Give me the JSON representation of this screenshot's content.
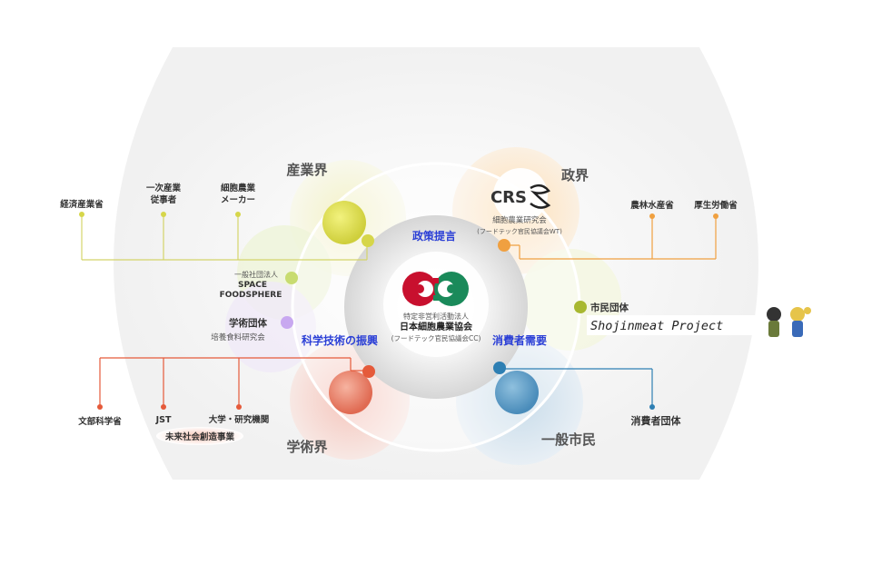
{
  "center": {
    "org_line1": "特定非営利活動法人",
    "org_line2": "日本細胞農業協会",
    "org_line3": "(フードテック官民協議会CC)"
  },
  "sectors": {
    "industry": "産業界",
    "government": "政界",
    "academia": "学術界",
    "public": "一般市民"
  },
  "themes": {
    "policy": "政策提言",
    "science": "科学技術の振興",
    "consumer": "消費者需要"
  },
  "industry_items": [
    {
      "label": "経済産業省"
    },
    {
      "line1": "一次産業",
      "line2": "従事者"
    },
    {
      "line1": "細胞農業",
      "line2": "メーカー"
    }
  ],
  "space_foodsphere": {
    "line1": "一般社団法人",
    "line2": "SPACE",
    "line3": "FOODSPHERE"
  },
  "academic_group": {
    "title": "学術団体",
    "sub": "培養食料研究会"
  },
  "crs": {
    "logo": "CRS",
    "line1": "細胞農業研究会",
    "line2": "(フードテック官民協議会WT)"
  },
  "gov_items": [
    "農林水産省",
    "厚生労働省"
  ],
  "citizen_group": {
    "title": "市民団体",
    "project": "Shojinmeat Project"
  },
  "academia_items": [
    "文部科学省",
    "JST",
    "大学・研究機関"
  ],
  "jst_program": "未来社会創造事業",
  "consumer_group": "消費者団体",
  "colors": {
    "industry": "#d6d64a",
    "government": "#f0a040",
    "academia": "#e55a3a",
    "public": "#2e7fb3",
    "citizen": "#a8b830",
    "academic_group": "#c8a8f0",
    "space": "#c8dc70",
    "logo_red": "#c8102e",
    "logo_green": "#1a8a5a"
  }
}
